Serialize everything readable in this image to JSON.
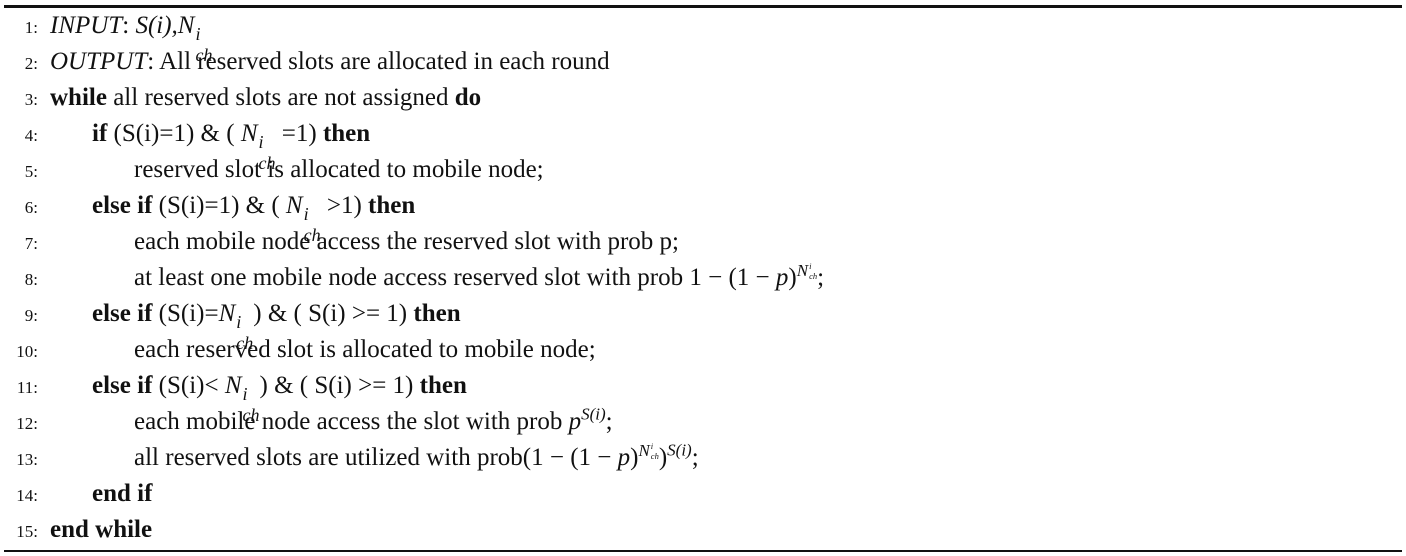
{
  "lines": [
    {
      "n": "1:",
      "input_label": "INPUT",
      "input_args": "S(i),",
      "n_sym": "N",
      "n_sup": "i",
      "n_sub": "ch"
    },
    {
      "n": "2:",
      "output_label": "OUTPUT",
      "output_text": ": All reserved slots are allocated in each round"
    },
    {
      "n": "3:",
      "kw1": "while",
      "text": " all reserved slots are not assigned ",
      "kw2": "do"
    },
    {
      "n": "4:",
      "kw1": "if",
      "cond_a": " (S(i)=1) & ( ",
      "n_sym": "N",
      "n_sup": "i",
      "n_sub": "ch",
      "cond_b": " =1) ",
      "kw2": "then"
    },
    {
      "n": "5:",
      "text": "reserved slot is allocated to mobile node;"
    },
    {
      "n": "6:",
      "kw1": "else if",
      "cond_a": " (S(i)=1) & ( ",
      "n_sym": "N",
      "n_sup": "i",
      "n_sub": "ch",
      "cond_b": " >1) ",
      "kw2": "then"
    },
    {
      "n": "7:",
      "text": "each mobile node access the reserved slot with prob p;"
    },
    {
      "n": "8:",
      "text": "at least one mobile node access reserved slot with prob 1 − (1 − ",
      "p": "p",
      "close": ")",
      "n_sym": "N",
      "n_sup": "i",
      "n_sub": "ch",
      "end": ";"
    },
    {
      "n": "9:",
      "kw1": "else if",
      "cond_a": " (S(i)=",
      "n_sym": "N",
      "n_sup": "i",
      "n_sub": "ch",
      "cond_b": ") & ( S(i) >= 1) ",
      "kw2": "then"
    },
    {
      "n": "10:",
      "text": "each reserved slot is allocated to mobile node;"
    },
    {
      "n": "11:",
      "kw1": "else if",
      "cond_a": " (S(i)< ",
      "n_sym": "N",
      "n_sup": "i",
      "n_sub": "ch",
      "cond_b": ") & ( S(i) >= 1) ",
      "kw2": "then"
    },
    {
      "n": "12:",
      "text": "each mobile node access the slot with prob ",
      "p": "p",
      "exp": "S(i)",
      "end": ";"
    },
    {
      "n": "13:",
      "text": "all reserved slots are utilized with prob(1 − (1 − ",
      "p": "p",
      "close": ")",
      "n_sym": "N",
      "n_sup": "i",
      "n_sub": "ch",
      "close2": ")",
      "exp": "S(i)",
      "end": ";"
    },
    {
      "n": "14:",
      "kw1": "end if"
    },
    {
      "n": "15:",
      "kw1": "end while"
    }
  ]
}
